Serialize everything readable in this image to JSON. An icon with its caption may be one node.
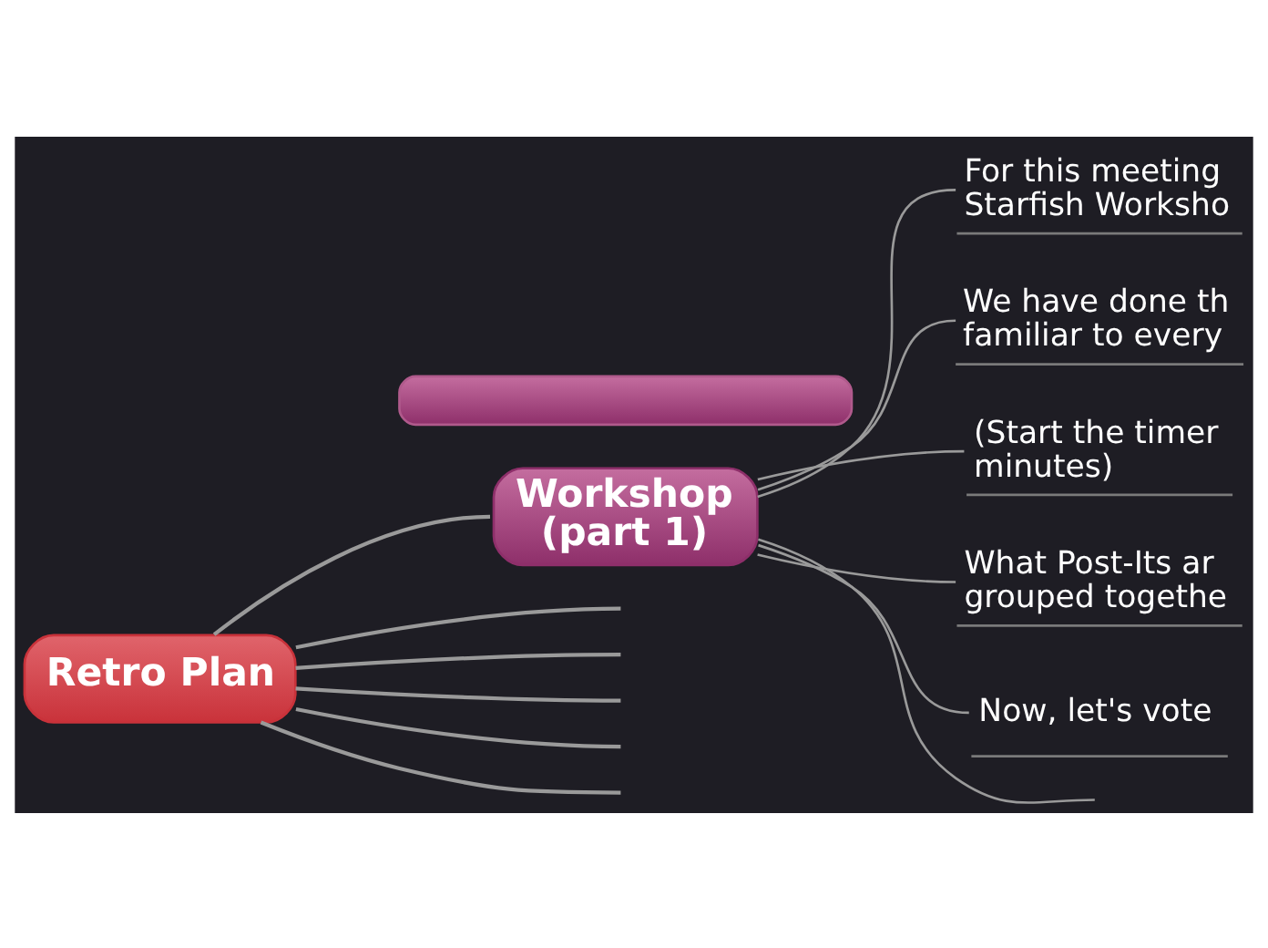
{
  "diagram": {
    "nodes": [
      {
        "text": [
          "Retro Plan"
        ]
      },
      {
        "text": [],
        "shape": "box"
      },
      {
        "text": [
          "Workshop (part 1)"
        ]
      },
      {
        "text": [
          "For this meeting Starfish Worksho"
        ]
      },
      {
        "text": [
          "We have done th familiar to every"
        ]
      },
      {
        "text": [
          "(Start the timer minutes)"
        ]
      },
      {
        "text": [
          "What Post-Its ar grouped togethe"
        ]
      },
      {
        "text": [
          "Now, let's vote"
        ]
      }
    ],
    "edges": [
      {
        "from": 0,
        "to": null,
        "arrow": "none"
      },
      {
        "from": 0,
        "to": null,
        "arrow": "none"
      },
      {
        "from": 0,
        "to": null,
        "arrow": "none"
      },
      {
        "from": 0,
        "to": 2,
        "arrow": "none"
      },
      {
        "from": 0,
        "to": null,
        "arrow": "none"
      },
      {
        "from": 0,
        "to": null,
        "arrow": "none"
      },
      {
        "from": 2,
        "to": 3,
        "arrow": "none"
      },
      {
        "from": 2,
        "to": 4,
        "arrow": "none"
      },
      {
        "from": 2,
        "to": 5,
        "arrow": "none"
      },
      {
        "from": 2,
        "to": 6,
        "arrow": "none"
      },
      {
        "from": 2,
        "to": 7,
        "arrow": "none"
      },
      {
        "from": 2,
        "to": null,
        "arrow": "none"
      }
    ]
  }
}
